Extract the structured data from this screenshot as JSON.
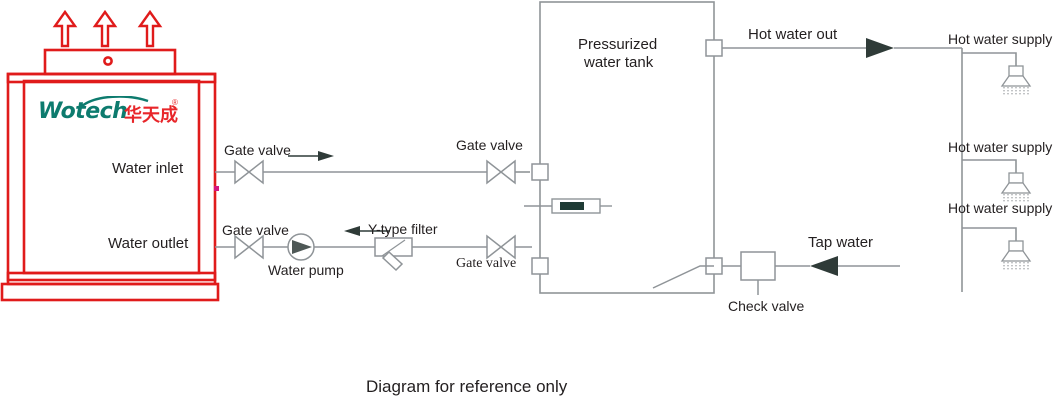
{
  "diagram": {
    "caption": "Diagram for reference only",
    "colors": {
      "unit_red": "#e01b1b",
      "pipe_gray": "#8f9498",
      "arrow_dark": "#2f3b38",
      "text_dark": "#231f20",
      "logo_teal": "#0d7b6e",
      "logo_red": "#e8262a",
      "heater_fill": "#1f3b35"
    }
  },
  "heat_pump_unit": {
    "brand": {
      "word": "Wotech",
      "chinese": "华天成",
      "trademark": "®"
    },
    "ports": [
      {
        "label": "Water inlet"
      },
      {
        "label": "Water outlet"
      }
    ],
    "airflow_arrows": 3,
    "fan_port_icon": "circle-vent-icon"
  },
  "pipeline": {
    "inlet_line": {
      "valves": [
        {
          "label": "Gate valve",
          "icon": "gate-valve-icon",
          "font": "sans"
        },
        {
          "label": "Gate valve",
          "icon": "gate-valve-icon",
          "font": "sans"
        }
      ],
      "flow_arrow": {
        "direction": "right",
        "icon": "flow-arrow-right-icon"
      }
    },
    "outlet_line": {
      "valves": [
        {
          "label": "Gate valve",
          "icon": "gate-valve-icon",
          "font": "sans"
        },
        {
          "label": "Gate valve",
          "icon": "gate-valve-icon",
          "font": "serif"
        }
      ],
      "pump": {
        "label": "Water pump",
        "icon": "centrifugal-pump-icon"
      },
      "filter": {
        "label": "Y-type filter",
        "icon": "y-type-filter-icon"
      },
      "flow_arrow": {
        "direction": "left",
        "icon": "flow-arrow-left-icon"
      }
    }
  },
  "tank": {
    "title_line1": "Pressurized",
    "title_line2": "water tank",
    "heating_element_icon": "electric-heater-icon"
  },
  "supply": {
    "hot_water_out": {
      "label": "Hot water out",
      "arrow_icon": "flow-arrow-right-icon"
    },
    "tap_water": {
      "label": "Tap water",
      "arrow_icon": "flow-arrow-left-icon"
    },
    "check_valve": {
      "label": "Check valve",
      "icon": "check-valve-icon"
    },
    "branches": [
      {
        "label": "Hot water supply",
        "fixture_icon": "shower-head-icon"
      },
      {
        "label": "Hot water supply",
        "fixture_icon": "shower-head-icon"
      },
      {
        "label": "Hot water supply",
        "fixture_icon": "shower-head-icon"
      }
    ]
  }
}
